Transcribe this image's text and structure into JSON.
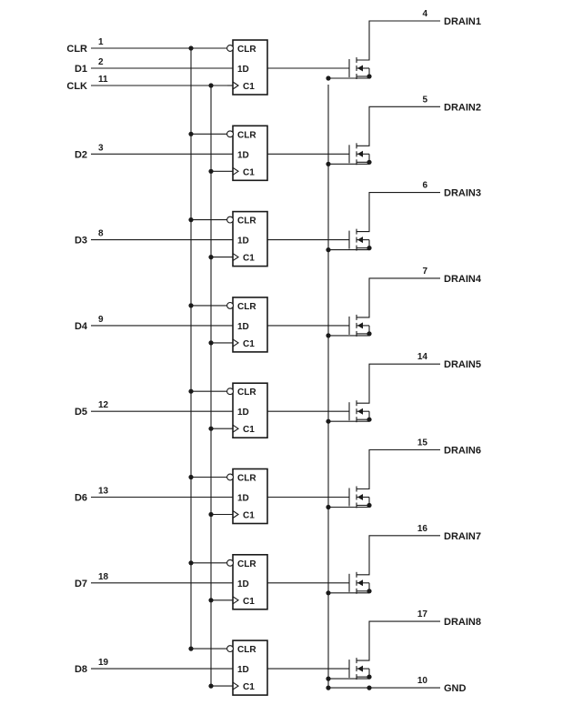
{
  "inputs": {
    "clr": {
      "label": "CLR",
      "pin": "1"
    },
    "clk": {
      "label": "CLK",
      "pin": "11"
    }
  },
  "flipflop_labels": {
    "clr": "CLR",
    "d": "1D",
    "clk": "C1"
  },
  "channels": [
    {
      "d_label": "D1",
      "d_pin": "2",
      "drain_label": "DRAIN1",
      "drain_pin": "4"
    },
    {
      "d_label": "D2",
      "d_pin": "3",
      "drain_label": "DRAIN2",
      "drain_pin": "5"
    },
    {
      "d_label": "D3",
      "d_pin": "8",
      "drain_label": "DRAIN3",
      "drain_pin": "6"
    },
    {
      "d_label": "D4",
      "d_pin": "9",
      "drain_label": "DRAIN4",
      "drain_pin": "7"
    },
    {
      "d_label": "D5",
      "d_pin": "12",
      "drain_label": "DRAIN5",
      "drain_pin": "14"
    },
    {
      "d_label": "D6",
      "d_pin": "13",
      "drain_label": "DRAIN6",
      "drain_pin": "15"
    },
    {
      "d_label": "D7",
      "d_pin": "18",
      "drain_label": "DRAIN7",
      "drain_pin": "16"
    },
    {
      "d_label": "D8",
      "d_pin": "19",
      "drain_label": "DRAIN8",
      "drain_pin": "17"
    }
  ],
  "ground": {
    "label": "GND",
    "pin": "10"
  }
}
